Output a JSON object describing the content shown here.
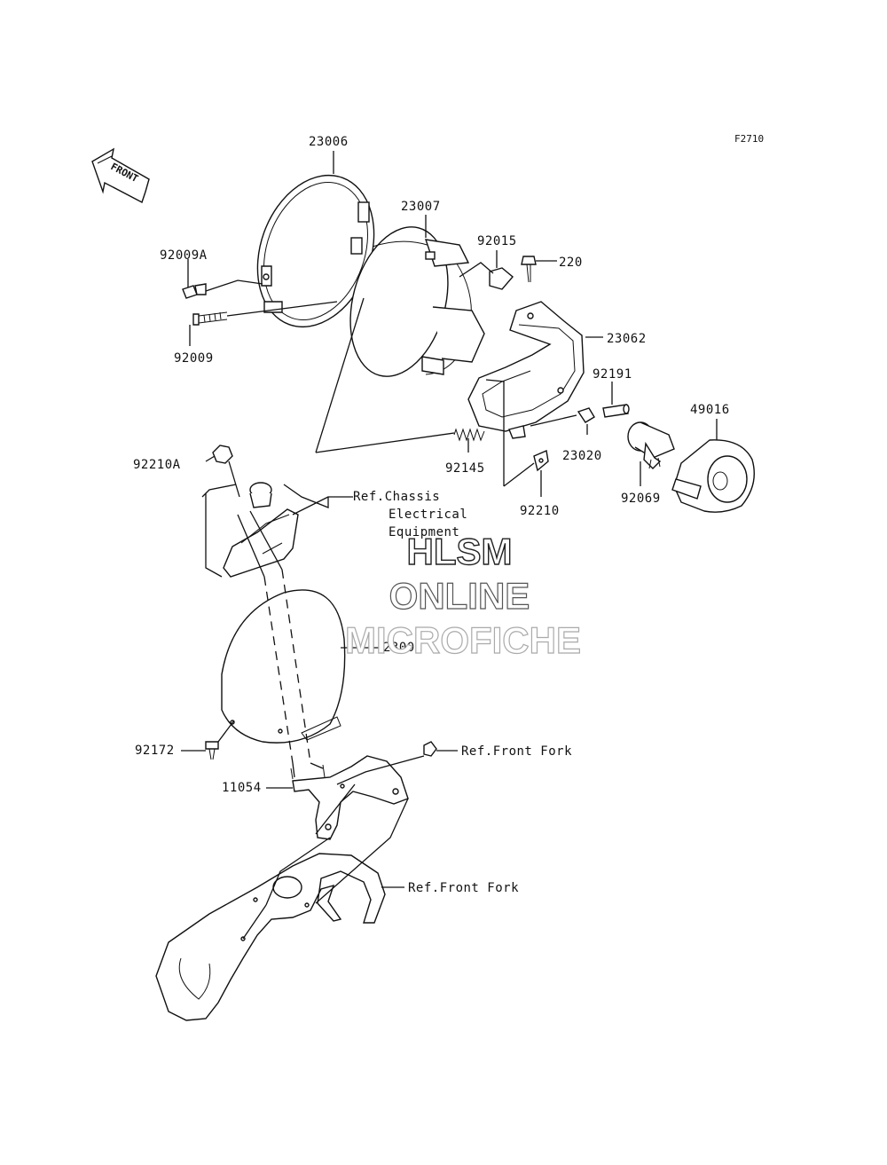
{
  "figure_code": "F2710",
  "front_arrow_label": "FRONT",
  "parts": [
    {
      "id": "23006"
    },
    {
      "id": "23007"
    },
    {
      "id": "92015"
    },
    {
      "id": "220"
    },
    {
      "id": "92009A"
    },
    {
      "id": "92009"
    },
    {
      "id": "23062"
    },
    {
      "id": "92191"
    },
    {
      "id": "49016"
    },
    {
      "id": "92145"
    },
    {
      "id": "23020"
    },
    {
      "id": "92210A"
    },
    {
      "id": "92210"
    },
    {
      "id": "92069"
    },
    {
      "id": "23005"
    },
    {
      "id": "92172"
    },
    {
      "id": "11054"
    }
  ],
  "refs": {
    "chassis_line1": "Ref.Chassis",
    "chassis_line2": "Electrical",
    "chassis_line3": "Equipment",
    "front_fork_1": "Ref.Front Fork",
    "front_fork_2": "Ref.Front Fork"
  },
  "watermark": {
    "line1": "HLSM",
    "line2": "ONLINE",
    "line3": "MICROFICHE"
  }
}
